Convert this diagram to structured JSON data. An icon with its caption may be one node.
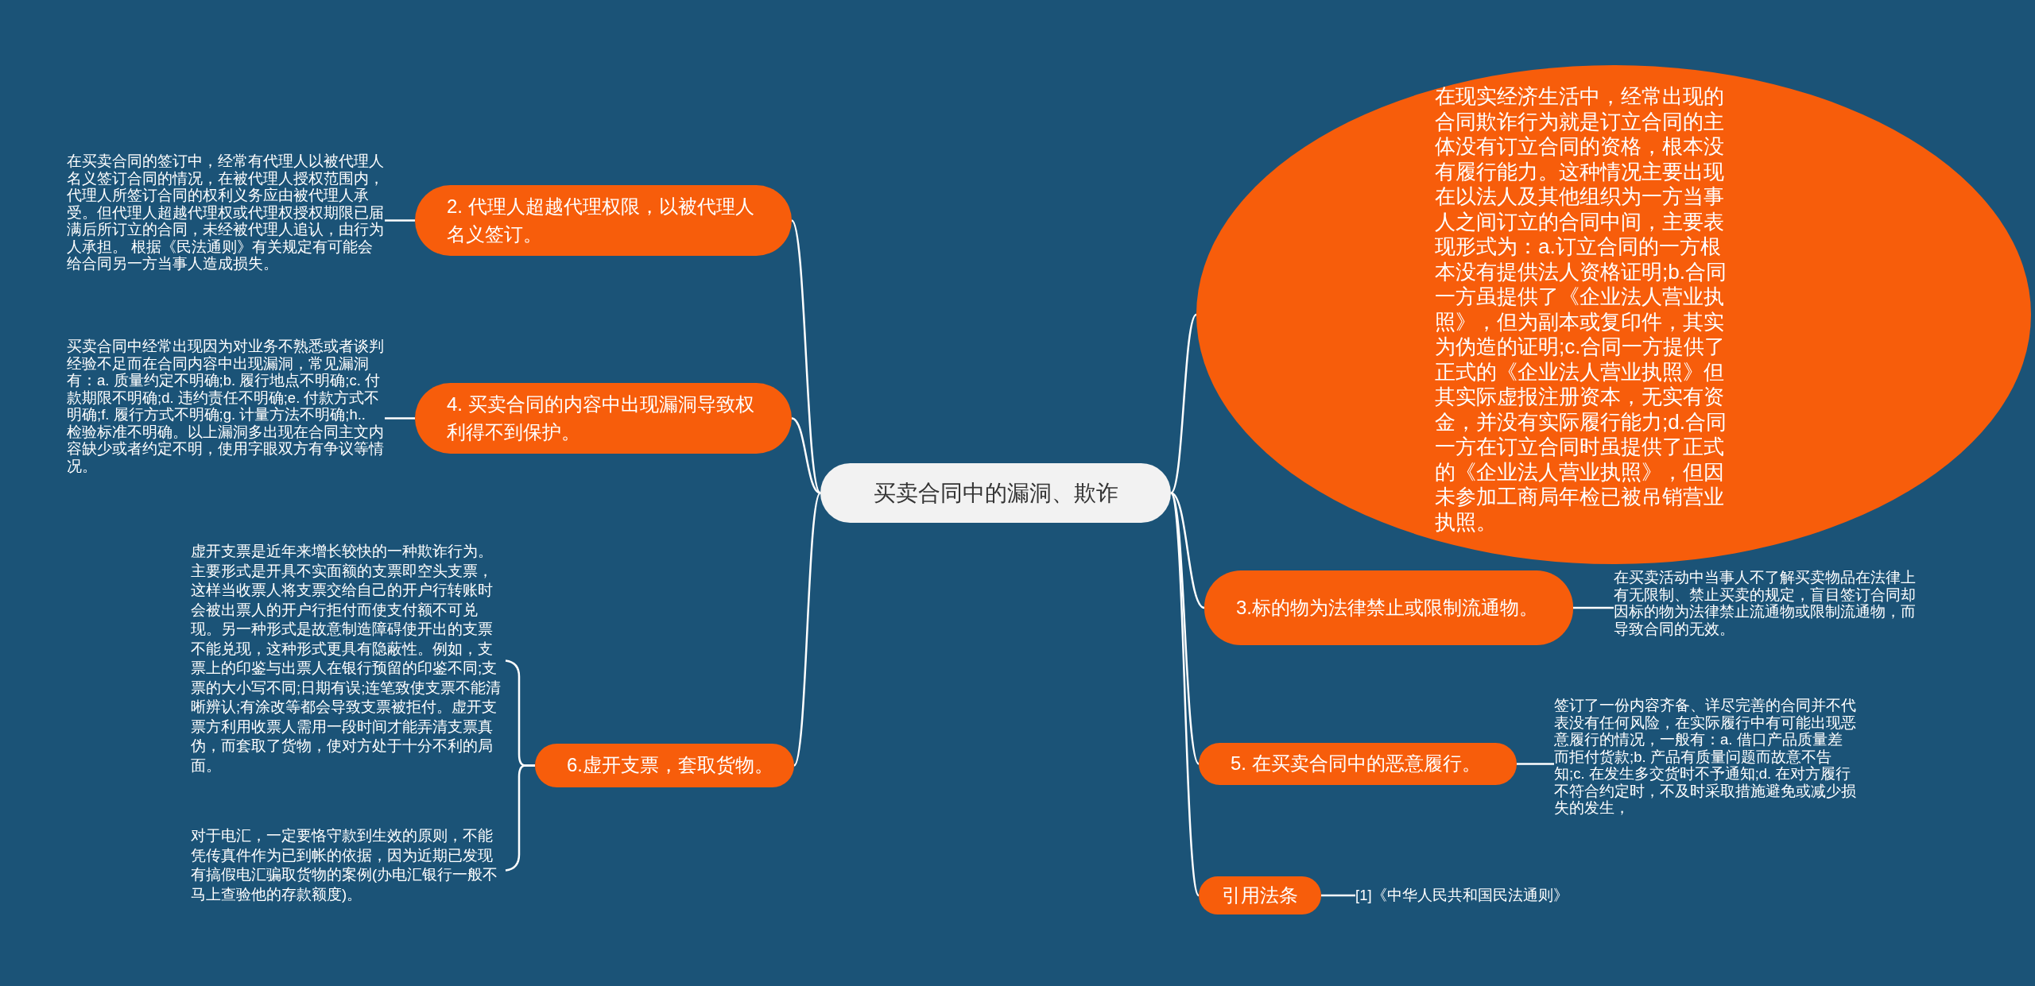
{
  "diagram": {
    "nodes": [
      {
        "text": [
          "买卖合同中的漏洞、欺诈"
        ]
      },
      {
        "text": [
          "2. 代理人超越代理权限，以被代理人名义签订。"
        ]
      },
      {
        "text": [
          "在买卖合同的签订中，经常有代理人以被代理人名义签订合同的情况，在被代理人授权范围内，代理人所签订合同的权利义务应由被代理人承受。但代理人超越代理权或代理权授权期限已届满后所订立的合同，未经被代理人追认，由行为人承担。 根据《民法通则》有关规定有可能会给合同另一方当事人造成损失。"
        ]
      },
      {
        "text": [
          "4. 买卖合同的内容中出现漏洞导致权利得不到保护。"
        ]
      },
      {
        "text": [
          "买卖合同中经常出现因为对业务不熟悉或者谈判经验不足而在合同内容中出现漏洞，常见漏洞有：a. 质量约定不明确;b. 履行地点不明确;c. 付款期限不明确;d. 违约责任不明确;e. 付款方式不明确;f. 履行方式不明确;g. 计量方法不明确;h.. 检验标准不明确。以上漏洞多出现在合同主文内容缺少或者约定不明，使用字眼双方有争议等情况。"
        ]
      },
      {
        "text": [
          "6.虚开支票，套取货物。"
        ]
      },
      {
        "text": [
          "虚开支票是近年来增长较快的一种欺诈行为。主要形式是开具不实面额的支票即空头支票，这样当收票人将支票交给自己的开户行转账时会被出票人的开户行拒付而使支付额不可兑现。另一种形式是故意制造障碍使开出的支票不能兑现，这种形式更具有隐蔽性。例如，支票上的印鉴与出票人在银行预留的印鉴不同;支票的大小写不同;日期有误;连笔致使支票不能清晰辨认;有涂改等都会导致支票被拒付。虚开支票方利用收票人需用一段时间才能弄清支票真伪，而套取了货物，使对方处于十分不利的局面。"
        ]
      },
      {
        "text": [
          "对于电汇，一定要恪守款到生效的原则，不能凭传真件作为已到帐的依据，因为近期已发现有搞假电汇骗取货物的案例(办电汇银行一般不马上查验他的存款额度)。"
        ]
      },
      {
        "text": [
          "在现实经济生活中，经常出现的合同欺诈行为就是订立合同的主体没有订立合同的资格，根本没有履行能力。这种情况主要出现在以法人及其他组织为一方当事人之间订立的合同中间，主要表现形式为：a.订立合同的一方根本没有提供法人资格证明;b.合同一方虽提供了《企业法人营业执照》，但为副本或复印件，其实为伪造的证明;c.合同一方提供了正式的《企业法人营业执照》但其实际虚报注册资本，无实有资金，并没有实际履行能力;d.合同一方在订立合同时虽提供了正式的《企业法人营业执照》，但因未参加工商局年检已被吊销营业执照。"
        ]
      },
      {
        "text": [
          "3.标的物为法律禁止或限制流通物。"
        ]
      },
      {
        "text": [
          "在买卖活动中当事人不了解买卖物品在法律上有无限制、禁止买卖的规定，盲目签订合同却因标的物为法律禁止流通物或限制流通物，而导致合同的无效。"
        ]
      },
      {
        "text": [
          "5. 在买卖合同中的恶意履行。"
        ]
      },
      {
        "text": [
          "签订了一份内容齐备、详尽完善的合同并不代表没有任何风险，在实际履行中有可能出现恶意履行的情况，一般有：a. 借口产品质量差而拒付货款;b. 产品有质量问题而故意不告知;c. 在发生多交货时不予通知;d. 在对方履行不符合约定时，不及时采取措施避免或减少损失的发生，"
        ]
      },
      {
        "text": [
          "引用法条"
        ]
      },
      {
        "text": [
          "[1]《中华人民共和国民法通则》"
        ]
      }
    ],
    "edges": [
      {
        "from": 0,
        "to": 1,
        "arrow": "none"
      },
      {
        "from": 1,
        "to": 2,
        "arrow": "none"
      },
      {
        "from": 0,
        "to": 3,
        "arrow": "none"
      },
      {
        "from": 3,
        "to": 4,
        "arrow": "none"
      },
      {
        "from": 0,
        "to": 5,
        "arrow": "none"
      },
      {
        "from": 5,
        "to": 6,
        "arrow": "none"
      },
      {
        "from": 5,
        "to": 7,
        "arrow": "none"
      },
      {
        "from": 0,
        "to": 8,
        "arrow": "none"
      },
      {
        "from": 0,
        "to": 9,
        "arrow": "none"
      },
      {
        "from": 9,
        "to": 10,
        "arrow": "none"
      },
      {
        "from": 0,
        "to": 11,
        "arrow": "none"
      },
      {
        "from": 11,
        "to": 12,
        "arrow": "none"
      },
      {
        "from": 0,
        "to": 13,
        "arrow": "none"
      },
      {
        "from": 13,
        "to": 14,
        "arrow": "none"
      }
    ]
  }
}
